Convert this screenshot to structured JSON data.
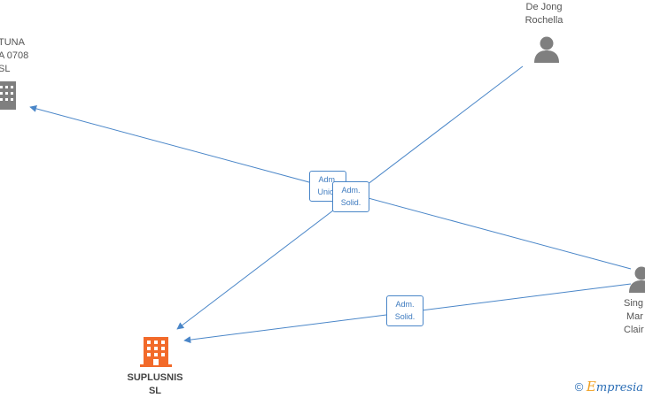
{
  "nodes": {
    "company_top_left": {
      "lines": [
        "TUNA",
        "A 0708",
        "SL"
      ]
    },
    "suplusnis": {
      "lines": [
        "SUPLUSNIS",
        "SL"
      ]
    },
    "de_jong": {
      "lines": [
        "De Jong",
        "Rochella"
      ]
    },
    "singer": {
      "lines": [
        "Sing",
        "Mar",
        "Clair"
      ]
    }
  },
  "edges": {
    "adm_unico": {
      "lines": [
        "Adm.",
        "Unico"
      ]
    },
    "adm_solid_1": {
      "lines": [
        "Adm.",
        "Solid."
      ]
    },
    "adm_solid_2": {
      "lines": [
        "Adm.",
        "Solid."
      ]
    }
  },
  "colors": {
    "edge": "#4a86c8",
    "company_main": "#f26a2a",
    "company_other": "#7f7f7f",
    "person": "#7f7f7f"
  },
  "icons": {
    "company": "building-icon",
    "person": "person-icon"
  },
  "watermark": {
    "copyright": "©",
    "brand_e": "E",
    "brand_rest": "mpresia"
  }
}
